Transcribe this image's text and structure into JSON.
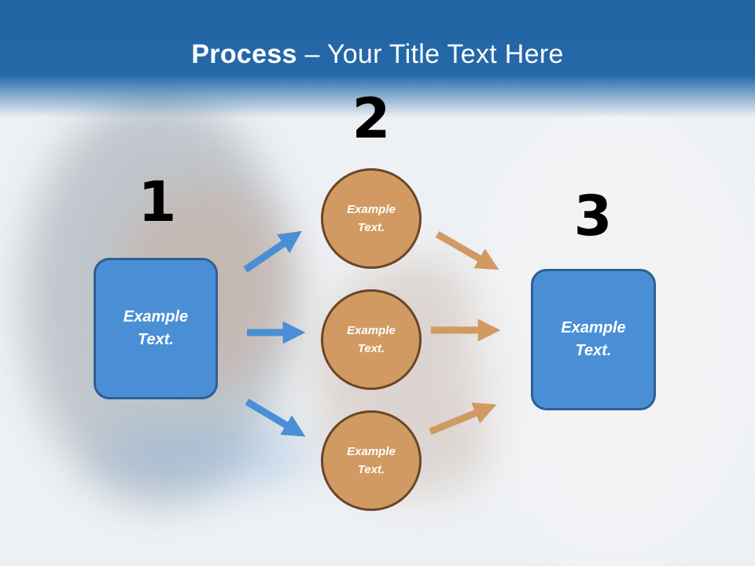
{
  "title": {
    "bold": "Process",
    "rest": " – Your Title Text Here"
  },
  "steps": {
    "one": "1",
    "two": "2",
    "three": "3"
  },
  "left_box": {
    "text": "Example\nText."
  },
  "right_box": {
    "text": "Example\nText."
  },
  "circles": [
    {
      "text": "Example\nText."
    },
    {
      "text": "Example\nText."
    },
    {
      "text": "Example\nText."
    }
  ],
  "colors": {
    "header": "#2468a8",
    "box": "#4a8fd6",
    "circle": "#d09a62",
    "arrow_blue": "#4a8fd6",
    "arrow_orange": "#d09a62"
  }
}
